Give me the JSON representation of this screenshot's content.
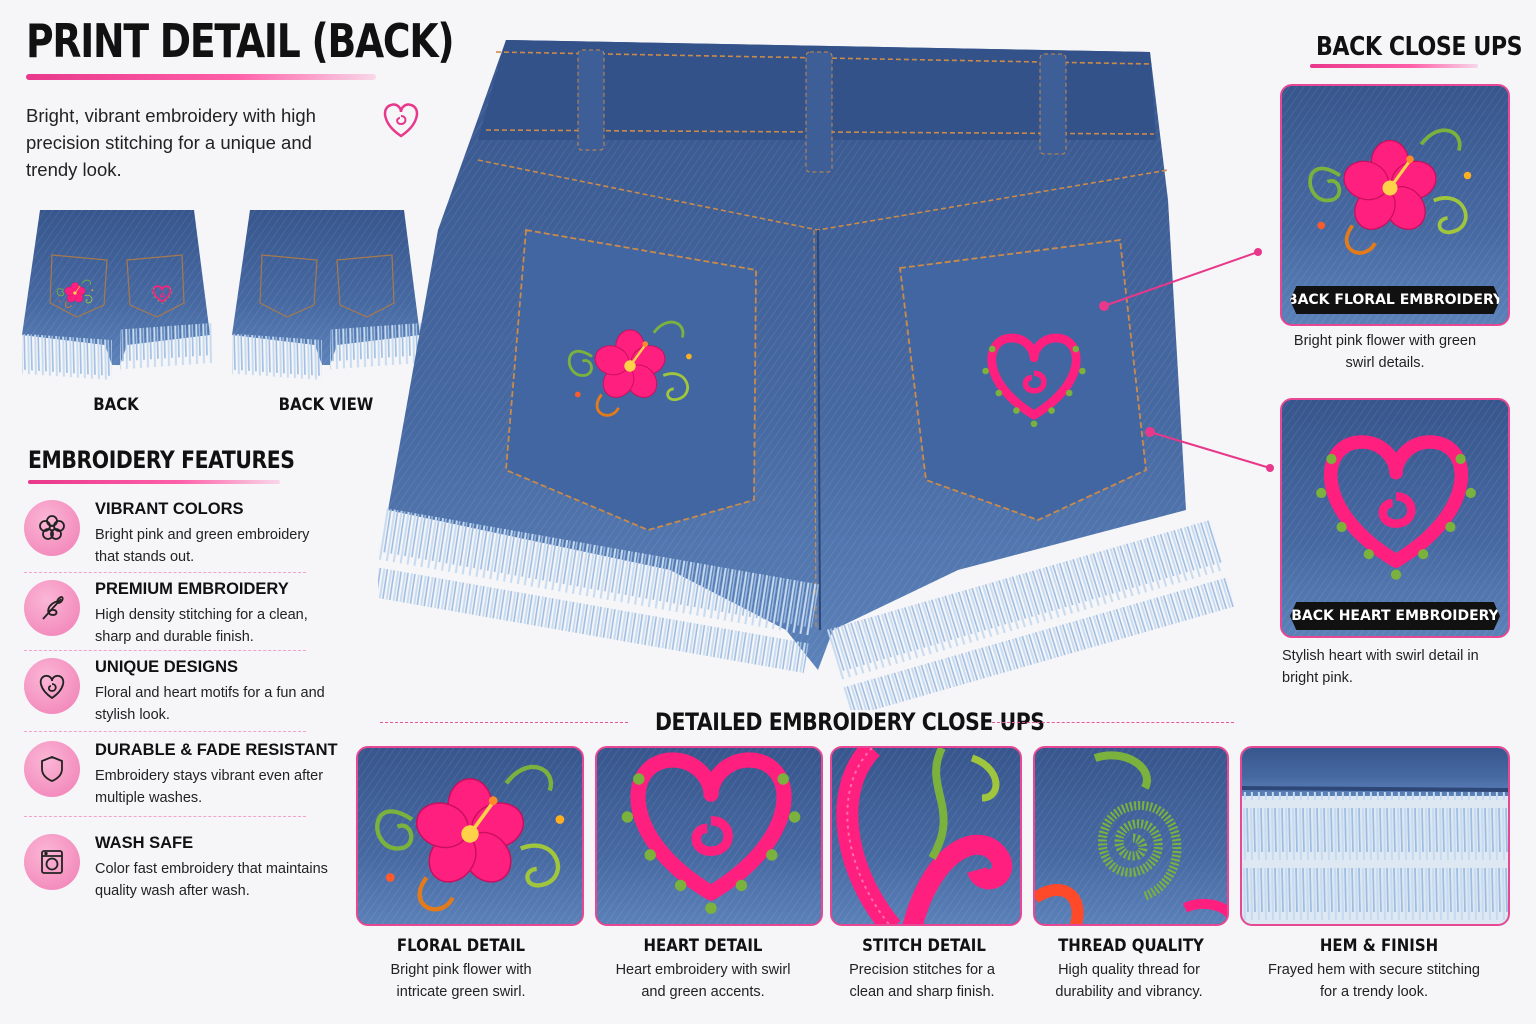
{
  "header": {
    "title": "PRINT DETAIL (BACK)",
    "intro": "Bright, vibrant embroidery with high precision stitching for a unique and trendy look."
  },
  "thumbnails": [
    {
      "label": "BACK"
    },
    {
      "label": "BACK VIEW"
    }
  ],
  "features": {
    "heading": "EMBROIDERY FEATURES",
    "items": [
      {
        "title": "VIBRANT COLORS",
        "desc": "Bright pink and green embroidery that stands out.",
        "icon": "flower-icon"
      },
      {
        "title": "PREMIUM EMBROIDERY",
        "desc": "High density stitching for a clean, sharp and durable finish.",
        "icon": "needle-thread-icon"
      },
      {
        "title": "UNIQUE DESIGNS",
        "desc": "Floral and heart motifs for a fun and stylish look.",
        "icon": "heart-swirl-icon"
      },
      {
        "title": "DURABLE & FADE RESISTANT",
        "desc": "Embroidery stays vibrant even after multiple washes.",
        "icon": "shield-icon"
      },
      {
        "title": "WASH SAFE",
        "desc": "Color fast embroidery that maintains quality wash after wash.",
        "icon": "washing-machine-icon"
      }
    ]
  },
  "back_closeups": {
    "heading": "BACK CLOSE UPS",
    "items": [
      {
        "label": "BACK FLORAL EMBROIDERY",
        "desc": "Bright pink flower with green swirl details."
      },
      {
        "label": "BACK HEART EMBROIDERY",
        "desc": "Stylish heart with swirl detail in bright pink."
      }
    ]
  },
  "detailed": {
    "heading": "DETAILED EMBROIDERY CLOSE UPS",
    "items": [
      {
        "title": "FLORAL DETAIL",
        "desc": "Bright pink flower with intricate green swirl."
      },
      {
        "title": "HEART DETAIL",
        "desc": "Heart embroidery with swirl and green accents."
      },
      {
        "title": "STITCH DETAIL",
        "desc": "Precision stitches for a clean and sharp finish."
      },
      {
        "title": "THREAD QUALITY",
        "desc": "High quality thread for durability and vibrancy."
      },
      {
        "title": "HEM & FINISH",
        "desc": "Frayed hem with secure stitching for a trendy look."
      }
    ]
  },
  "colors": {
    "accent_pink": "#e8388b",
    "denim": "#3f5f95",
    "fringe": "#a9c6e6",
    "embroidery_pink": "#ff1f7e",
    "embroidery_green": "#7ab23d"
  }
}
